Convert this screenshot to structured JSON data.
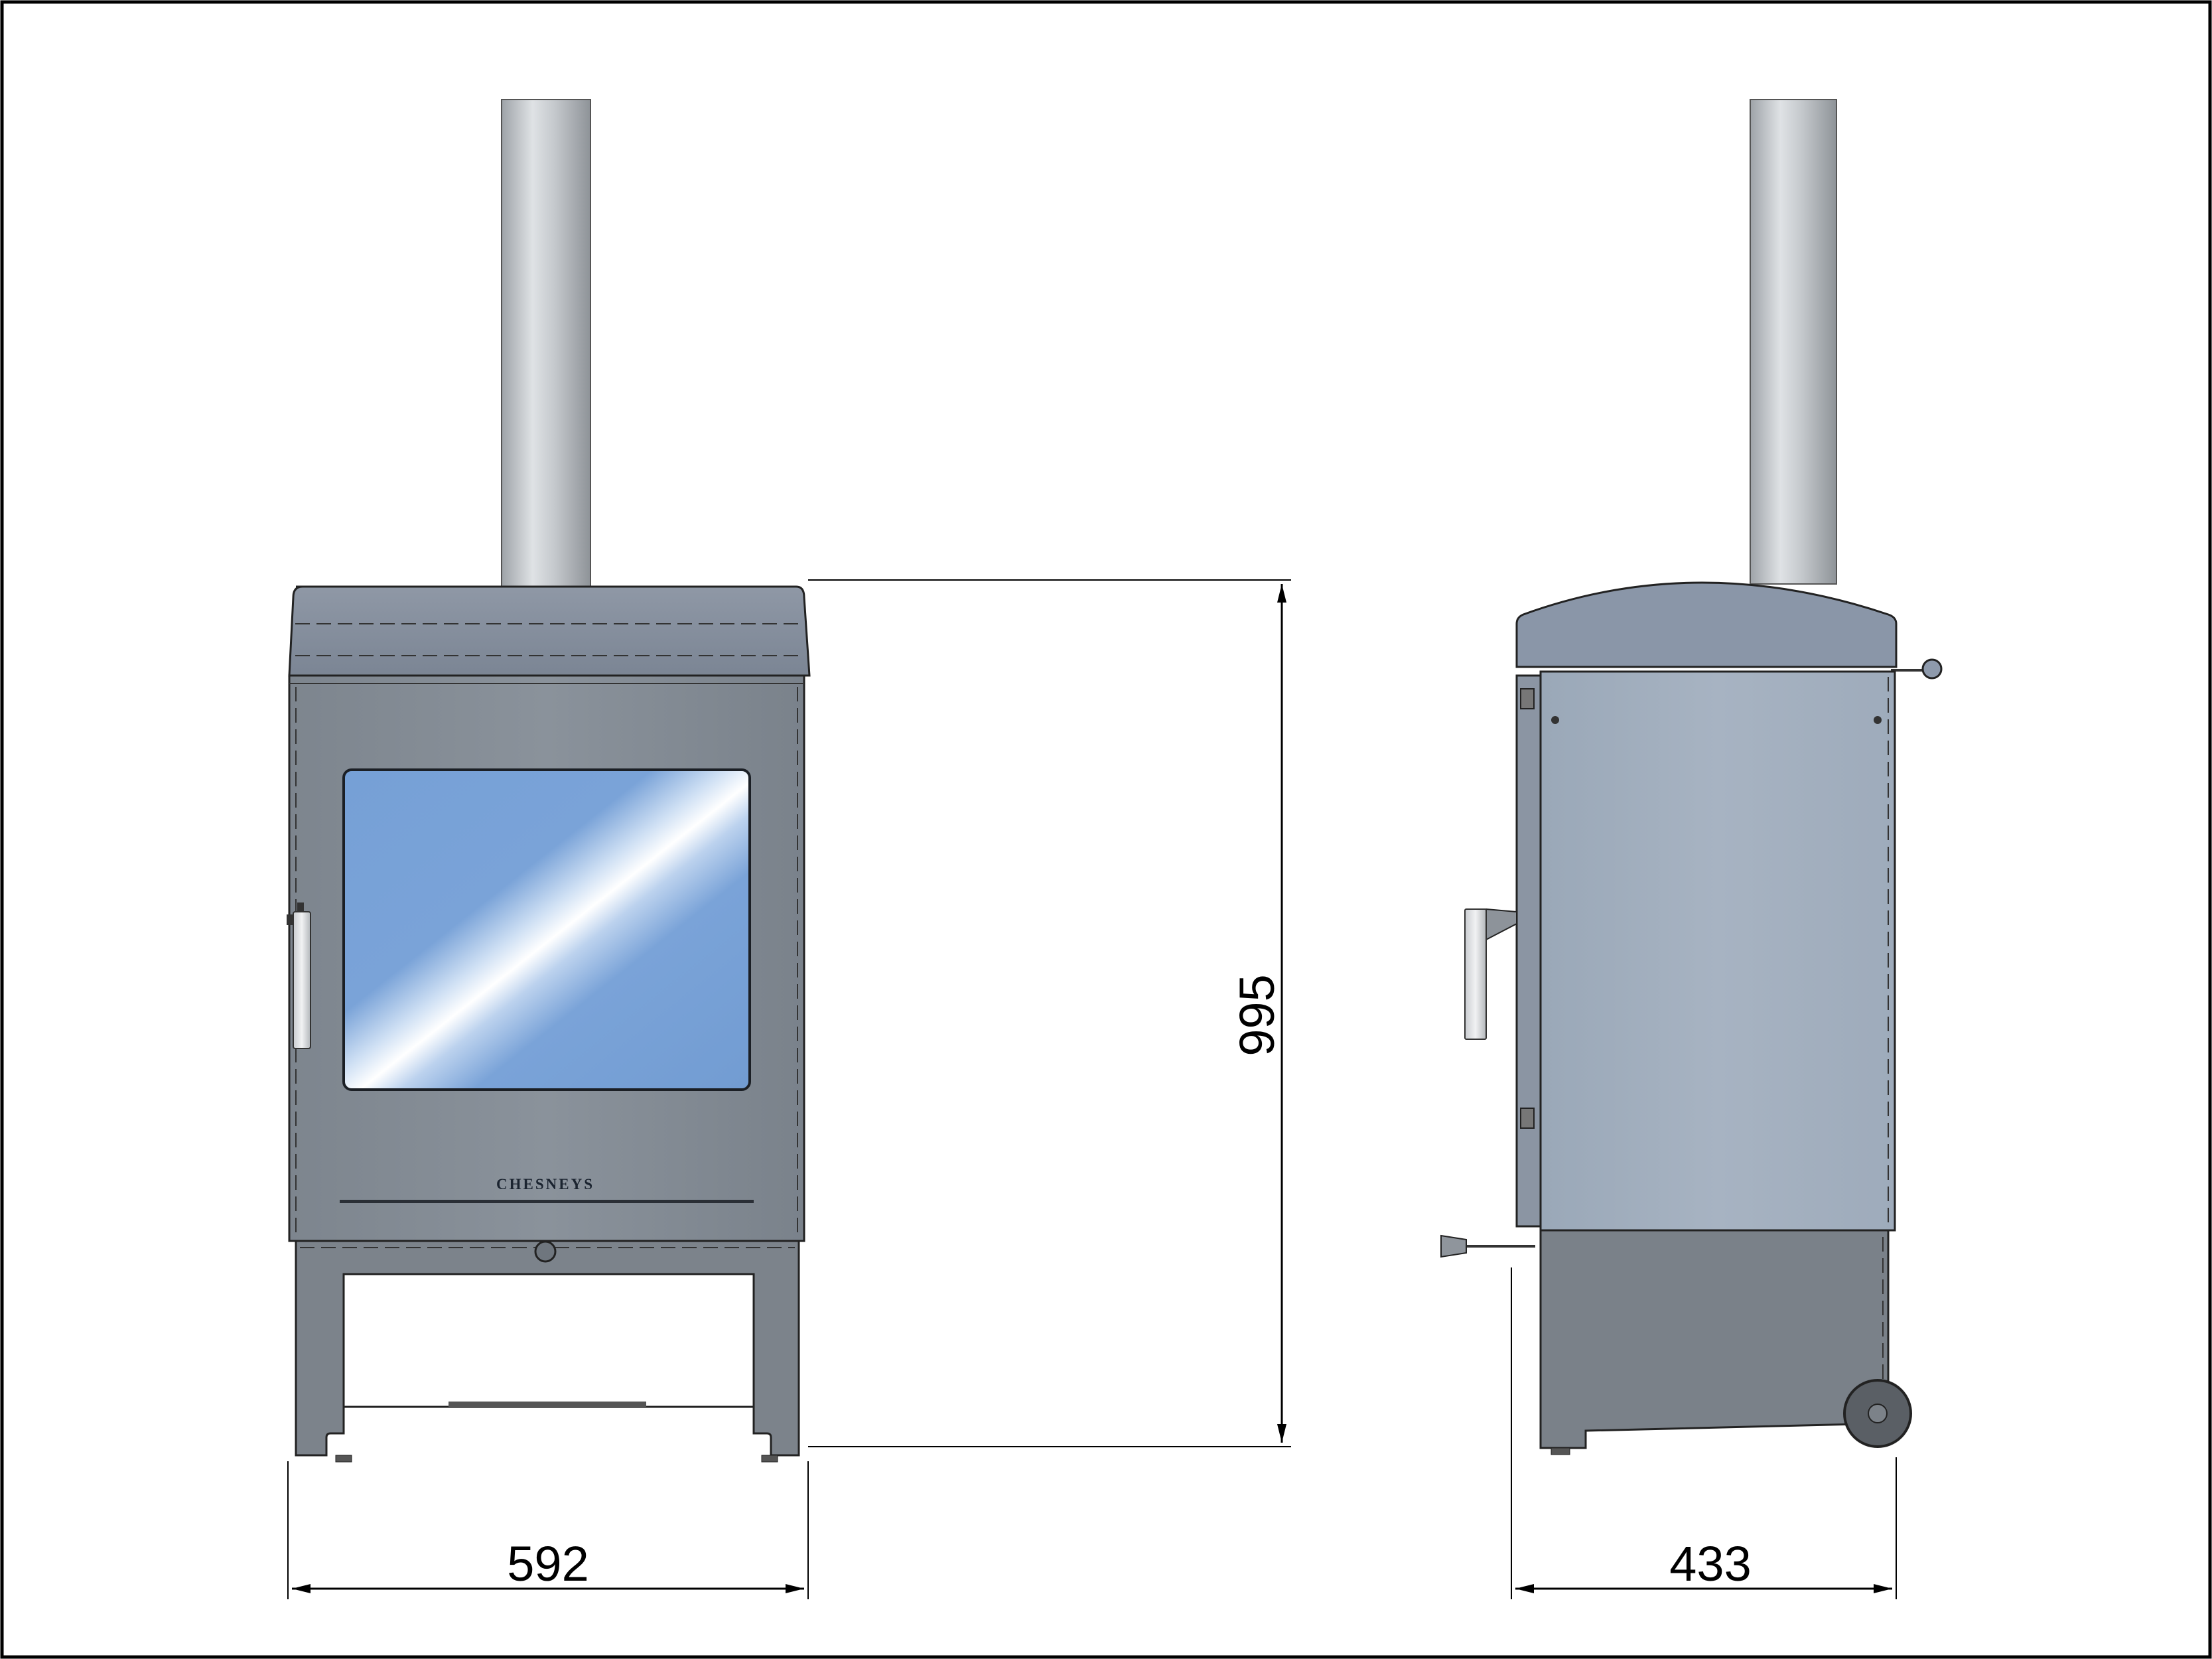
{
  "drawing": {
    "front_view": {
      "brand_label": "CHESNEYS"
    },
    "dimensions": {
      "width": "592",
      "height": "995",
      "depth": "433"
    }
  },
  "colors": {
    "stove_body": "#818a93",
    "glass": "#7aa2d6",
    "side_panel": "#a2afbf",
    "flue": "#b9bdc2",
    "outline": "#222222"
  }
}
